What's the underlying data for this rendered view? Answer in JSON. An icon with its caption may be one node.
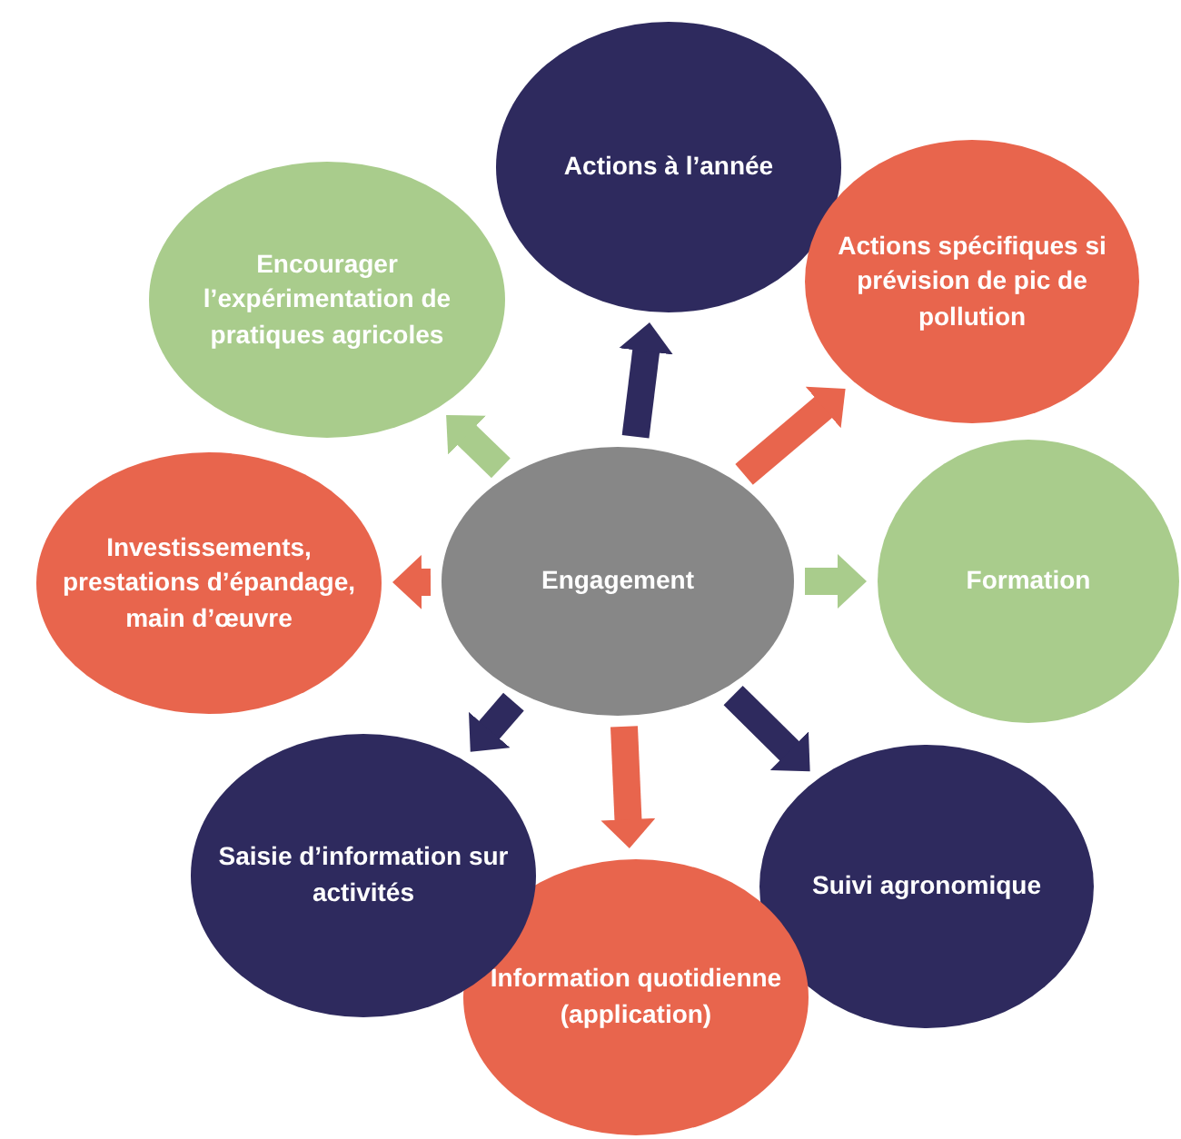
{
  "diagram": {
    "nodes": [
      {
        "text": [
          "Engagement"
        ]
      },
      {
        "text": [
          "Actions à l’année"
        ]
      },
      {
        "text": [
          "Actions spécifiques si prévision de pic de pollution"
        ]
      },
      {
        "text": [
          "Formation"
        ]
      },
      {
        "text": [
          "Suivi agronomique"
        ]
      },
      {
        "text": [
          "Information quotidienne (application)"
        ]
      },
      {
        "text": [
          "Saisie d’information sur activités"
        ]
      },
      {
        "text": [
          "Investissements, prestations d’épandage, main d’œuvre"
        ]
      },
      {
        "text": [
          "Encourager l’expérimentation de pratiques agricoles"
        ]
      }
    ],
    "edges": [
      {
        "from": 0,
        "to": 1,
        "arrow": "to",
        "color": "#2e2a5e"
      },
      {
        "from": 0,
        "to": 2,
        "arrow": "to",
        "color": "#e8654d"
      },
      {
        "from": 0,
        "to": 3,
        "arrow": "to",
        "color": "#a9cc8c"
      },
      {
        "from": 0,
        "to": 4,
        "arrow": "to",
        "color": "#2e2a5e"
      },
      {
        "from": 0,
        "to": 5,
        "arrow": "to",
        "color": "#e8654d"
      },
      {
        "from": 0,
        "to": 6,
        "arrow": "to",
        "color": "#2e2a5e"
      },
      {
        "from": 0,
        "to": 7,
        "arrow": "to",
        "color": "#e8654d"
      },
      {
        "from": 0,
        "to": 8,
        "arrow": "to",
        "color": "#a9cc8c"
      }
    ]
  }
}
